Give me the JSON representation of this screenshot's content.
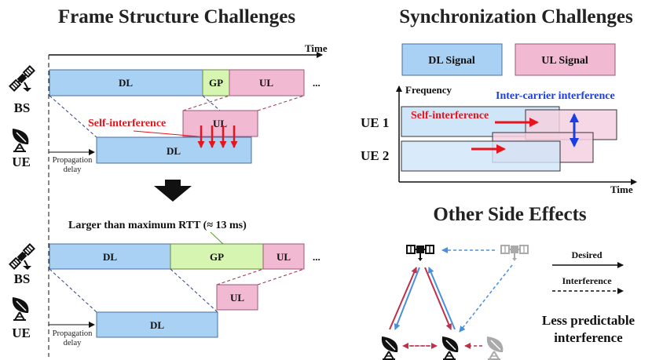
{
  "left": {
    "title": "Frame Structure Challenges",
    "time_label": "Time",
    "ellipsis": "...",
    "top": {
      "bs_label": "BS",
      "ue_label": "UE",
      "dl": "DL",
      "gp": "GP",
      "ul": "UL",
      "ul_ue": "UL",
      "dl_ue": "DL",
      "self_interference": "Self-interference",
      "prop_line1": "Propagation",
      "prop_line2": "delay"
    },
    "bottom": {
      "rtt_note": "Larger than maximum RTT (≈ 13 ms)",
      "bs_label": "BS",
      "ue_label": "UE",
      "dl": "DL",
      "gp": "GP",
      "ul": "UL",
      "ul_ue": "UL",
      "dl_ue": "DL",
      "prop_line1": "Propagation",
      "prop_line2": "delay"
    }
  },
  "sync": {
    "title": "Synchronization Challenges",
    "legend_dl": "DL Signal",
    "legend_ul": "UL Signal",
    "freq_label": "Frequency",
    "time_label": "Time",
    "ue1": "UE 1",
    "ue2": "UE 2",
    "self_interference": "Self-interference",
    "ici": "Inter-carrier interference"
  },
  "other": {
    "title": "Other Side Effects",
    "desired": "Desired",
    "interference": "Interference",
    "note_line1": "Less predictable",
    "note_line2": "interference"
  },
  "colors": {
    "dl": "#a9d1f4",
    "gp": "#d6f5b0",
    "ul": "#f2b9d2",
    "red": "#e8141c",
    "blue": "#1a3ee0"
  }
}
